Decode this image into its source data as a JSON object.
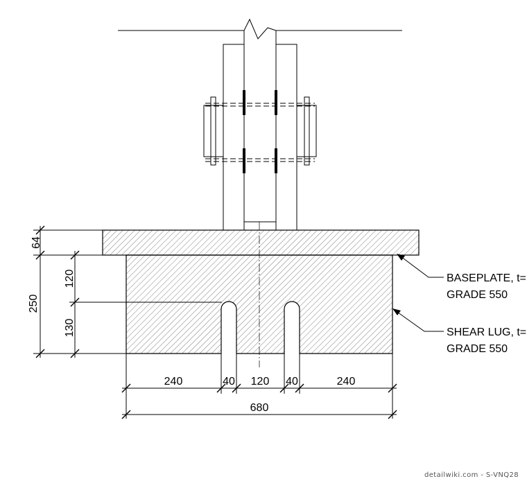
{
  "dimensions": {
    "baseplate_thickness": "64",
    "lug_upper": "120",
    "lug_lower": "130",
    "lug_total": "250",
    "seg_left": "240",
    "slot_left": "40",
    "center": "120",
    "slot_right": "40",
    "seg_right": "240",
    "overall": "680"
  },
  "callouts": {
    "baseplate": {
      "line1": "BASEPLATE, t=",
      "line2": "GRADE 550"
    },
    "shear_lug": {
      "line1": "SHEAR LUG, t=",
      "line2": "GRADE 550"
    }
  },
  "watermark": "detailwiki.com - S-VNQ28"
}
